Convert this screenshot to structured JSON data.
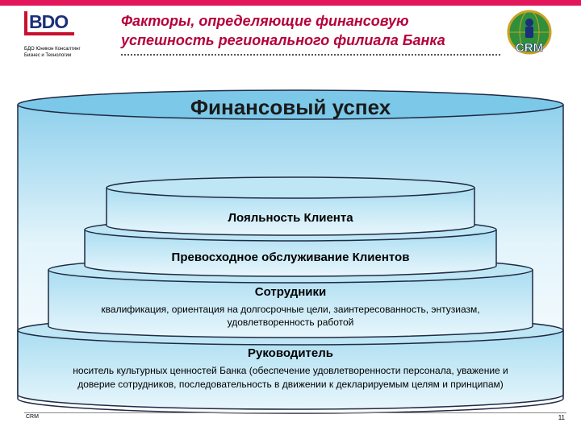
{
  "header": {
    "logo_text": "BDO",
    "logo_sub_1": "БДО Юникон Консалтинг",
    "logo_sub_2": "Бизнес и Технологии",
    "title_line_1": "Факторы, определяющие финансовую",
    "title_line_2": "успешность регионального филиала Банка",
    "badge_text": "CRM"
  },
  "diagram": {
    "top_label": "Финансовый успех",
    "tier_1": {
      "label": "Лояльность Клиента"
    },
    "tier_2": {
      "label": "Превосходное обслуживание Клиентов"
    },
    "tier_3": {
      "label": "Сотрудники",
      "desc_1": "квалификация, ориентация на долгосрочные цели, заинтересованность, энтузиазм,",
      "desc_2": "удовлетворенность работой"
    },
    "tier_4": {
      "label": "Руководитель",
      "desc_1": "носитель культурных ценностей Банка (обеспечение удовлетворенности персонала, уважение и",
      "desc_2": "доверие сотрудников, последовательность в движении к декларируемым целям и принципам)"
    }
  },
  "footer": {
    "left": "CRM",
    "page": "11"
  },
  "colors": {
    "accent": "#b5003b",
    "tier_fill": "#c9e9f6",
    "outline": "#1f2a44"
  }
}
